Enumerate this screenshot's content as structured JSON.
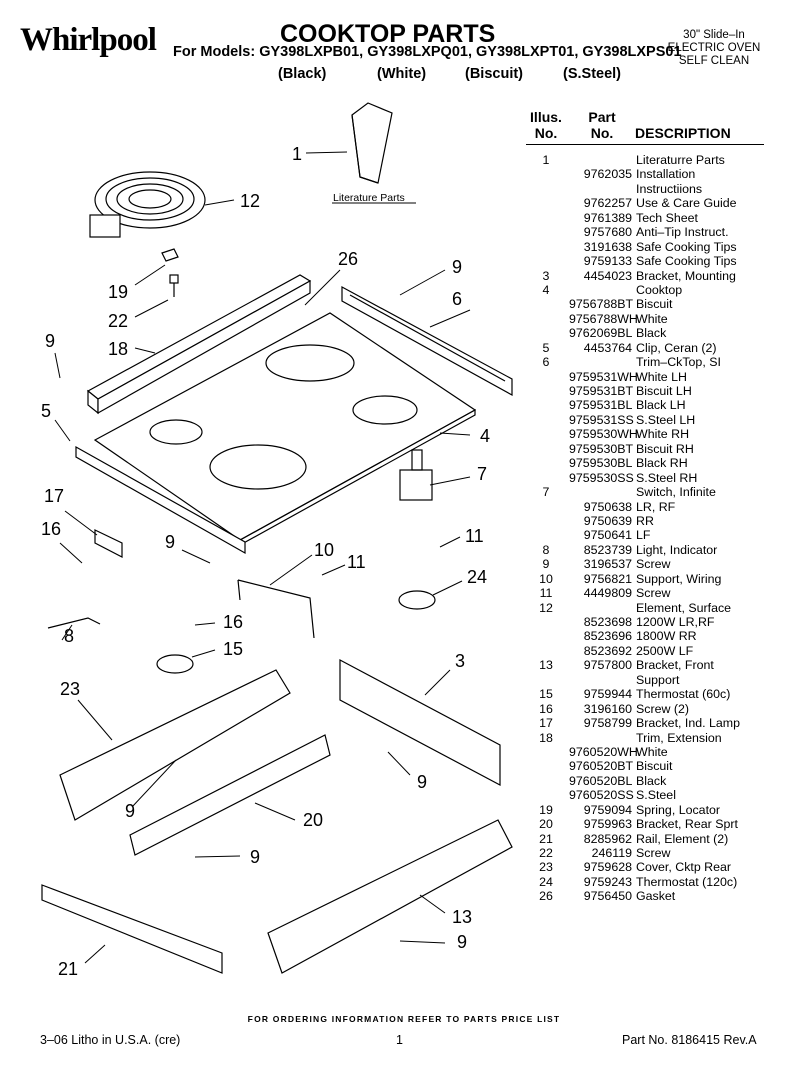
{
  "header": {
    "brand": "Whirlpool",
    "title": "COOKTOP PARTS",
    "models": "For Models: GY398LXPB01, GY398LXPQ01, GY398LXPT01, GY398LXPS01",
    "colors": [
      "(Black)",
      "(White)",
      "(Biscuit)",
      "(S.Steel)"
    ],
    "oven_info": [
      "30\" Slide–In",
      "ELECTRIC OVEN",
      "SELF CLEAN"
    ]
  },
  "table": {
    "col_illus": [
      "Illus.",
      "No."
    ],
    "col_part": [
      "Part",
      "No."
    ],
    "col_desc": "DESCRIPTION",
    "rows": [
      [
        "1",
        "",
        "Literaturre Parts"
      ],
      [
        "",
        "9762035",
        "Installation"
      ],
      [
        "",
        "",
        "Instructiions"
      ],
      [
        "",
        "9762257",
        "Use & Care Guide"
      ],
      [
        "",
        "9761389",
        "Tech Sheet"
      ],
      [
        "",
        "9757680",
        "Anti–Tip Instruct."
      ],
      [
        "",
        "3191638",
        "Safe Cooking Tips"
      ],
      [
        "",
        "9759133",
        "Safe Cooking Tips"
      ],
      [
        "3",
        "4454023",
        "Bracket, Mounting"
      ],
      [
        "4",
        "",
        "Cooktop"
      ],
      [
        "",
        "9756788BT",
        "Biscuit"
      ],
      [
        "",
        "9756788WH",
        "White"
      ],
      [
        "",
        "9762069BL",
        "Black"
      ],
      [
        "5",
        "4453764",
        "Clip, Ceran (2)"
      ],
      [
        "6",
        "",
        "Trim–CkTop, SI"
      ],
      [
        "",
        "9759531WH",
        "White LH"
      ],
      [
        "",
        "9759531BT",
        "Biscuit LH"
      ],
      [
        "",
        "9759531BL",
        "Black LH"
      ],
      [
        "",
        "9759531SS",
        "S.Steel LH"
      ],
      [
        "",
        "9759530WH",
        "White RH"
      ],
      [
        "",
        "9759530BT",
        "Biscuit RH"
      ],
      [
        "",
        "9759530BL",
        "Black RH"
      ],
      [
        "",
        "9759530SS",
        "S.Steel RH"
      ],
      [
        "7",
        "",
        "Switch, Infinite"
      ],
      [
        "",
        "9750638",
        "LR, RF"
      ],
      [
        "",
        "9750639",
        "RR"
      ],
      [
        "",
        "9750641",
        "LF"
      ],
      [
        "8",
        "8523739",
        "Light, Indicator"
      ],
      [
        "9",
        "3196537",
        "Screw"
      ],
      [
        "10",
        "9756821",
        "Support, Wiring"
      ],
      [
        "11",
        "4449809",
        "Screw"
      ],
      [
        "12",
        "",
        "Element, Surface"
      ],
      [
        "",
        "8523698",
        "1200W LR,RF"
      ],
      [
        "",
        "8523696",
        "1800W RR"
      ],
      [
        "",
        "8523692",
        "2500W LF"
      ],
      [
        "13",
        "9757800",
        "Bracket, Front"
      ],
      [
        "",
        "",
        "Support"
      ],
      [
        "15",
        "9759944",
        "Thermostat (60c)"
      ],
      [
        "16",
        "3196160",
        "Screw (2)"
      ],
      [
        "17",
        "9758799",
        "Bracket, Ind. Lamp"
      ],
      [
        "18",
        "",
        "Trim, Extension"
      ],
      [
        "",
        "9760520WH",
        "White"
      ],
      [
        "",
        "9760520BT",
        "Biscuit"
      ],
      [
        "",
        "9760520BL",
        "Black"
      ],
      [
        "",
        "9760520SS",
        "S.Steel"
      ],
      [
        "19",
        "9759094",
        "Spring, Locator"
      ],
      [
        "20",
        "9759963",
        "Bracket, Rear Sprt"
      ],
      [
        "21",
        "8285962",
        "Rail, Element (2)"
      ],
      [
        "22",
        "246119",
        "Screw"
      ],
      [
        "23",
        "9759628",
        "Cover, Cktp Rear"
      ],
      [
        "24",
        "9759243",
        "Thermostat (120c)"
      ],
      [
        "26",
        "9756450",
        "Gasket"
      ]
    ]
  },
  "diagram": {
    "literature_label": "Literature Parts",
    "callouts": [
      "1",
      "12",
      "26",
      "9",
      "6",
      "19",
      "22",
      "9",
      "18",
      "5",
      "4",
      "7",
      "17",
      "16",
      "9",
      "10",
      "11",
      "11",
      "24",
      "8",
      "16",
      "15",
      "3",
      "23",
      "9",
      "9",
      "20",
      "9",
      "13",
      "9",
      "21"
    ]
  },
  "footer": {
    "ordering": "FOR ORDERING INFORMATION REFER TO PARTS PRICE LIST",
    "litho": "3–06 Litho in U.S.A. (cre)",
    "page": "1",
    "part_no": "Part No. 8186415 Rev.A"
  }
}
